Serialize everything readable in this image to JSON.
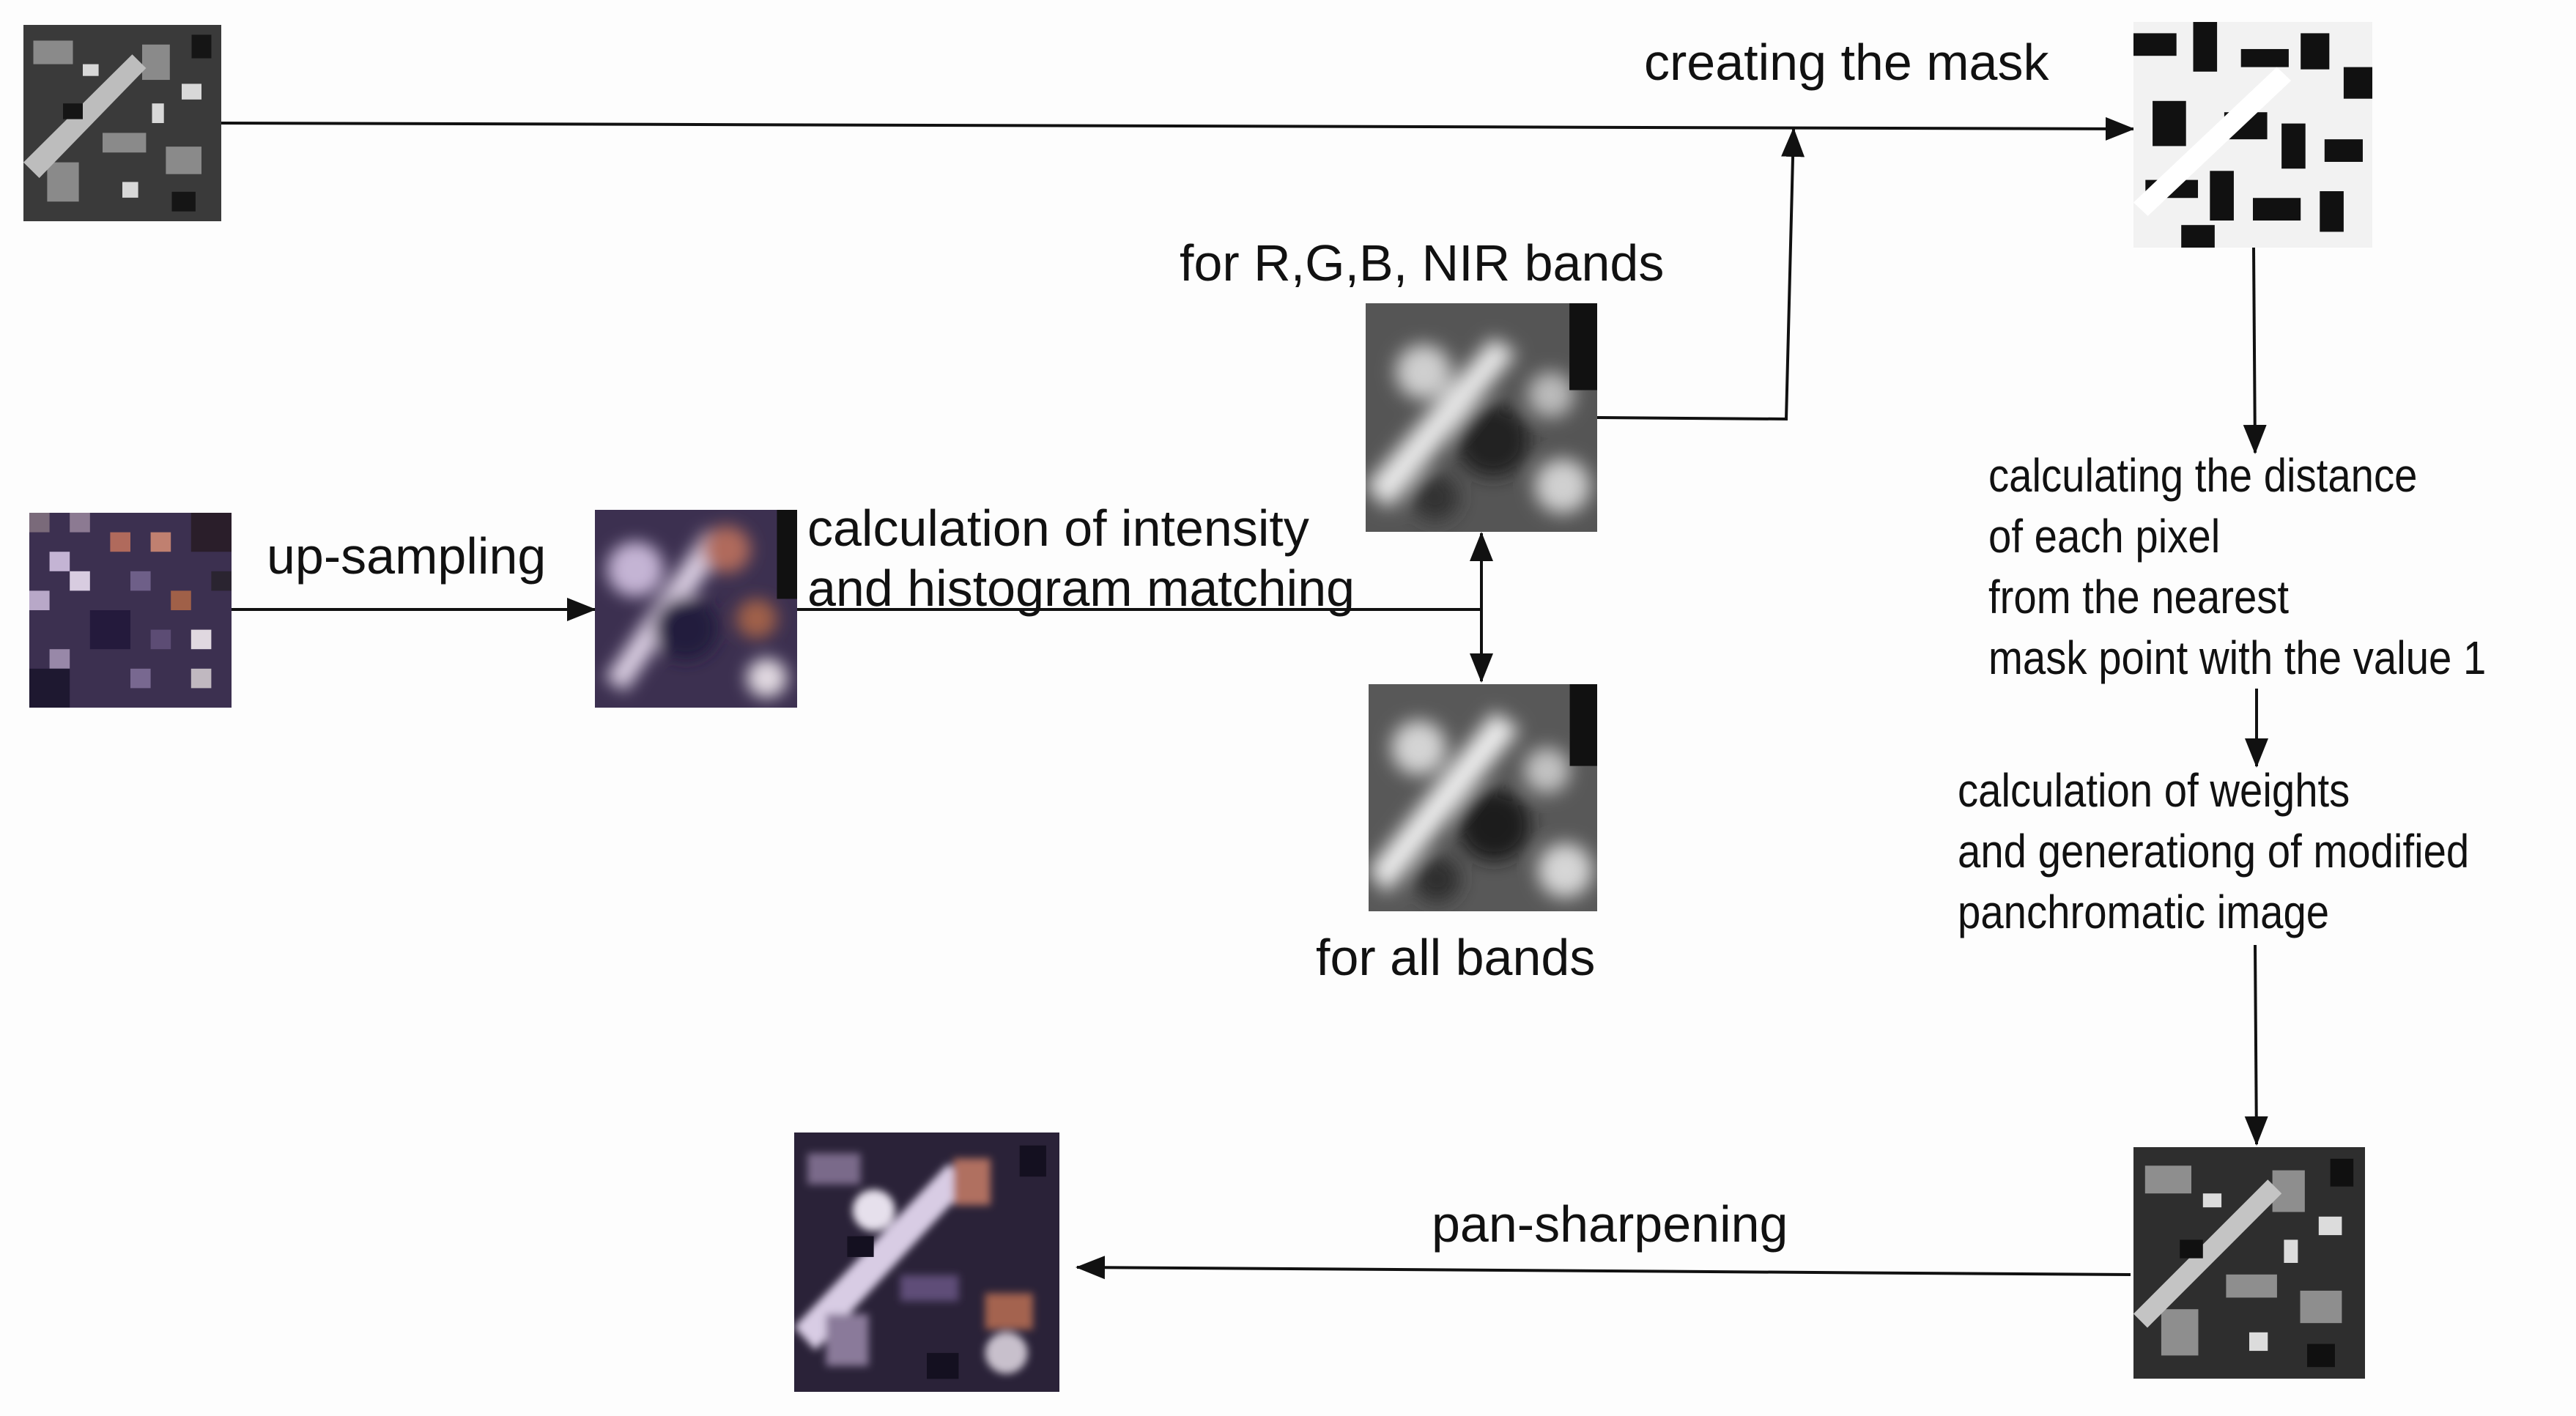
{
  "diagram": {
    "labels": {
      "creating_mask": "creating the mask",
      "rgb_nir": "for R,G,B, NIR bands",
      "up_sampling": "up-sampling",
      "intensity_line1": "calculation of intensity",
      "intensity_line2": "and histogram matching",
      "all_bands": "for all bands",
      "distance_line1": "calculating the distance",
      "distance_line2": "of each pixel",
      "distance_line3": "from the nearest",
      "distance_line4": "mask point with the value 1",
      "weights_line1": "calculation of weights",
      "weights_line2": "and generationg of modified",
      "weights_line3": "panchromatic image",
      "pan_sharpening": "pan-sharpening"
    },
    "colors": {
      "background": "#fdfdfd",
      "text": "#111111",
      "arrow": "#111111"
    }
  }
}
